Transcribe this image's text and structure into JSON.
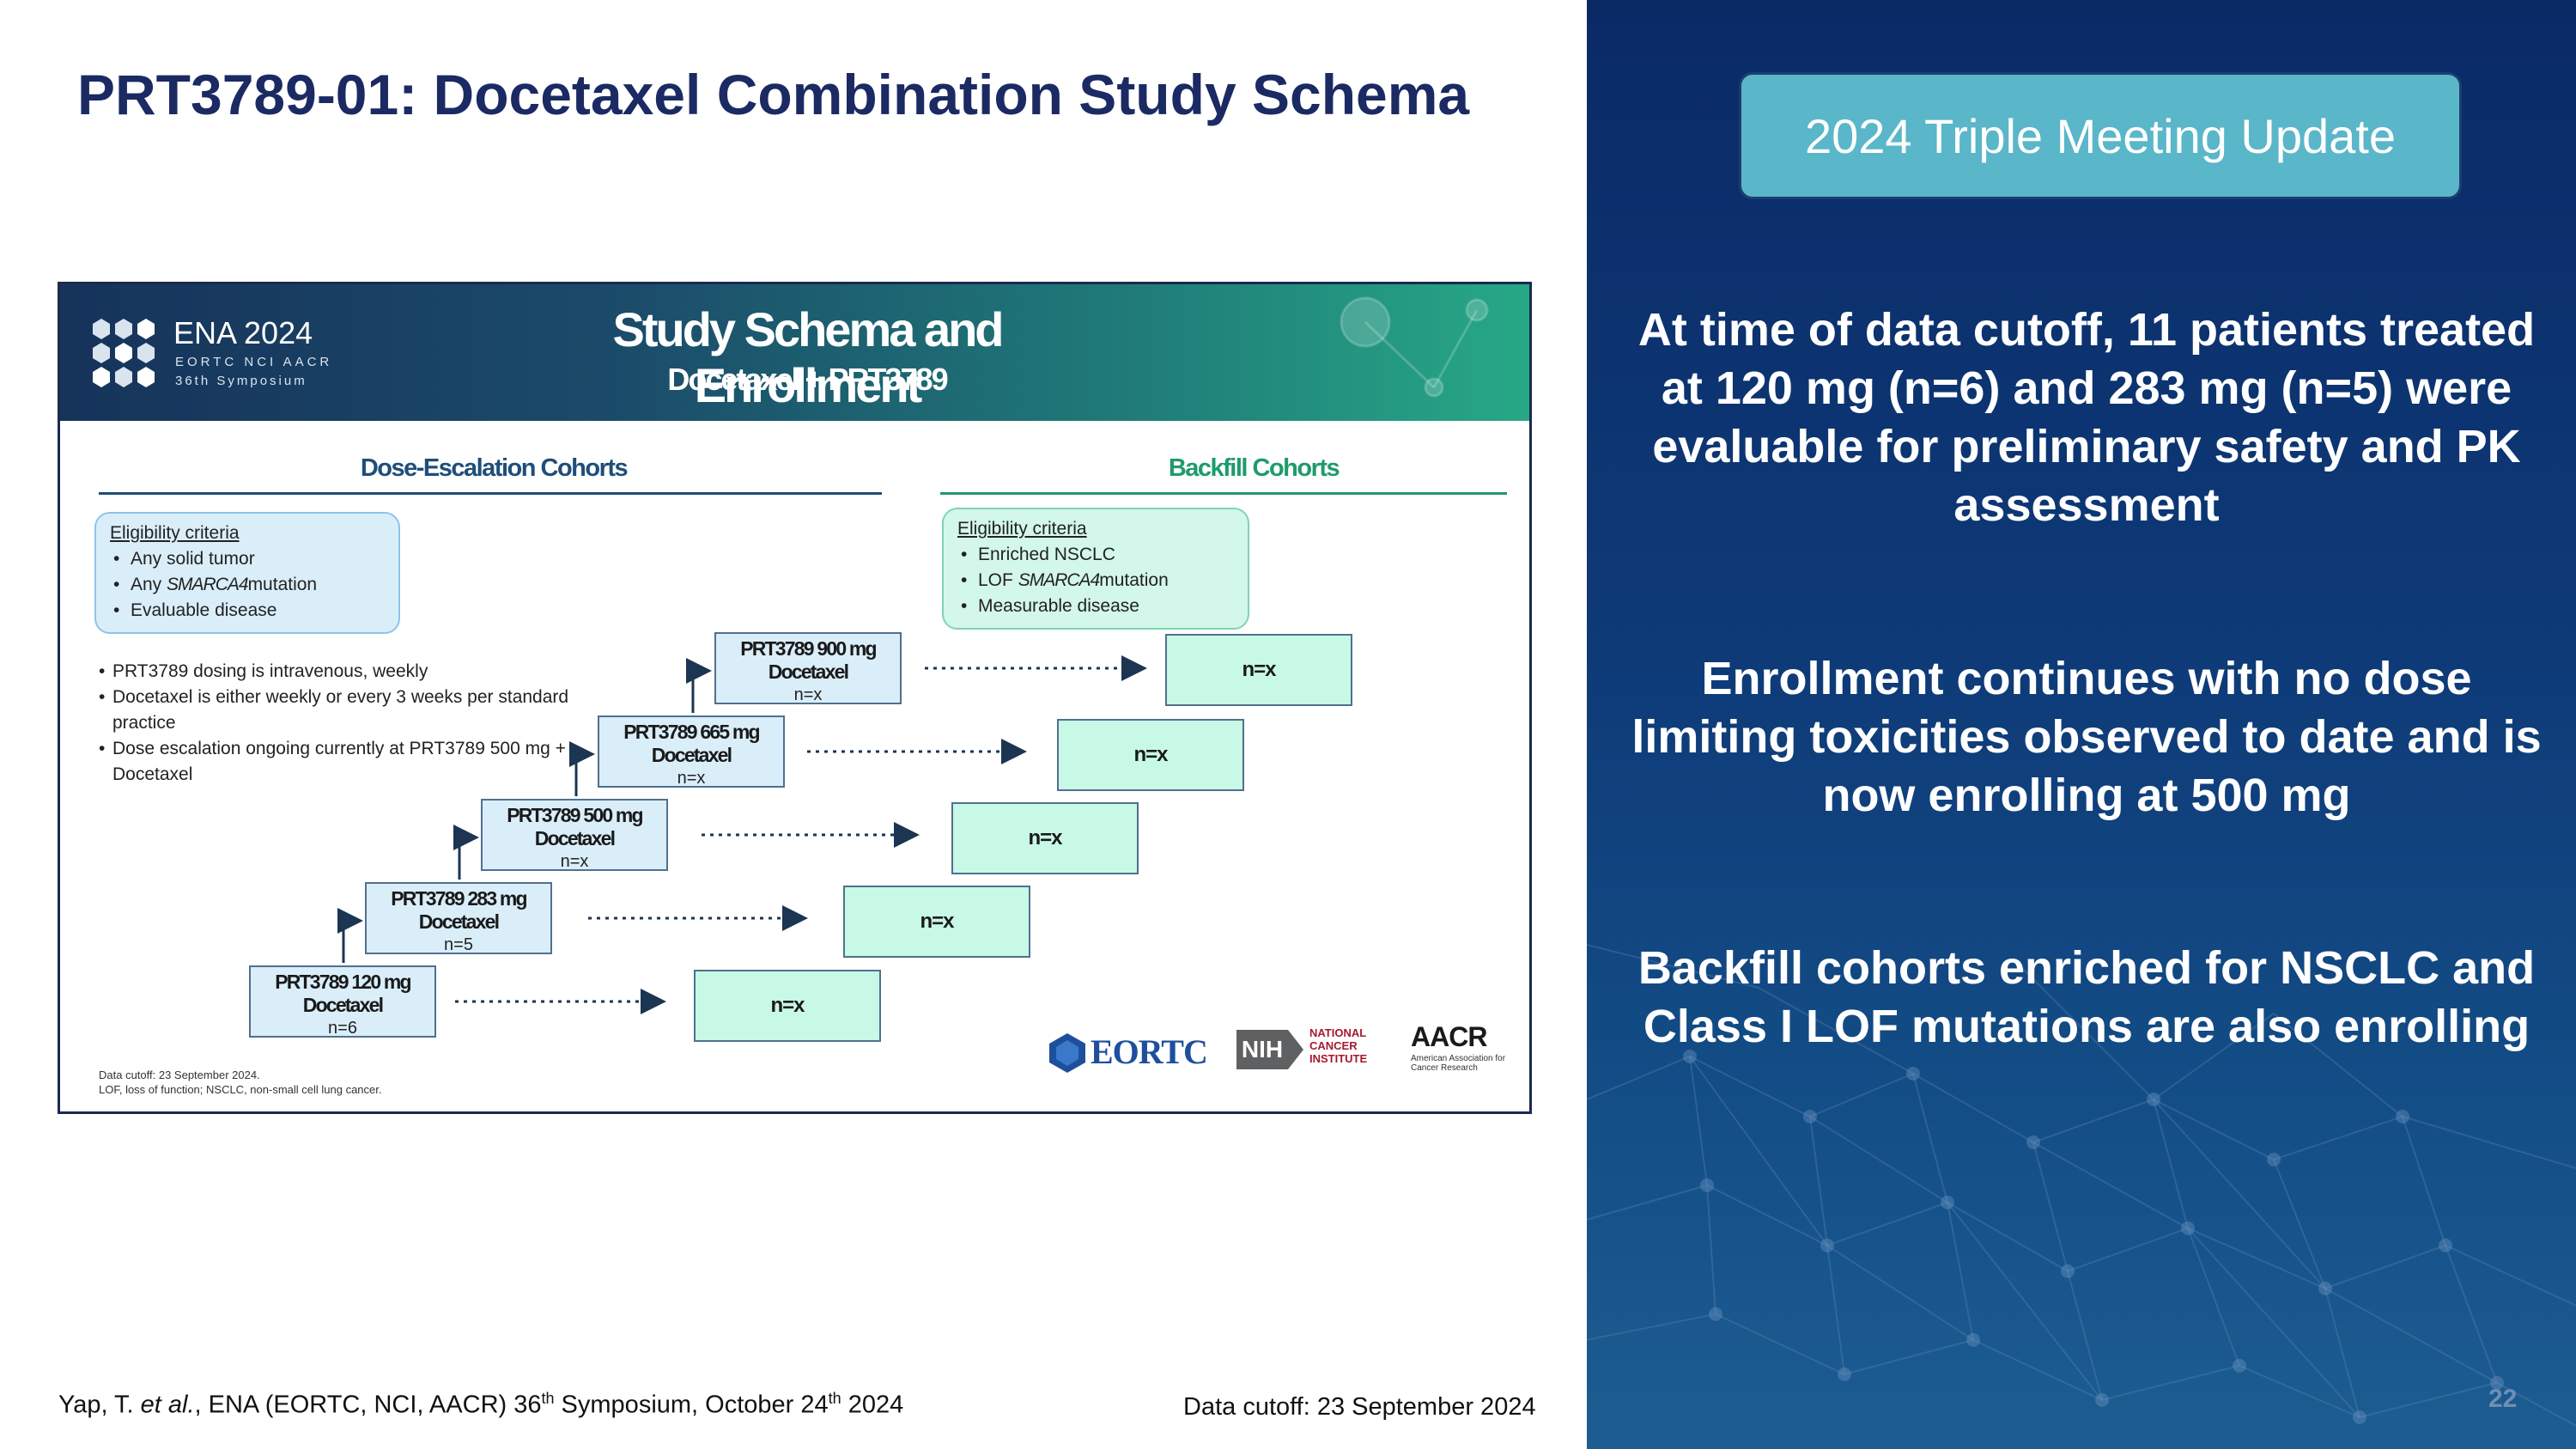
{
  "slide": {
    "title": "PRT3789-01: Docetaxel Combination Study Schema",
    "page_number": "22"
  },
  "right_panel": {
    "badge": "2024 Triple Meeting Update",
    "paragraphs": [
      "At time of data cutoff, 11 patients treated at 120 mg (n=6) and 283 mg (n=5) were evaluable for preliminary safety and PK assessment",
      "Enrollment continues with no dose limiting toxicities observed to date and is now enrolling at 500 mg",
      "Backfill cohorts enriched for NSCLC and Class I LOF mutations are also enrolling"
    ]
  },
  "schema": {
    "logo": {
      "name": "ENA 2024",
      "orgs": "EORTC  NCI  AACR",
      "symposium": "36th Symposium"
    },
    "title": "Study Schema and Enrollment",
    "subtitle": "Docetaxel + PRT3789",
    "dose_heading": "Dose-Escalation Cohorts",
    "backfill_heading": "Backfill Cohorts",
    "dose_eligibility": {
      "title": "Eligibility criteria",
      "items": [
        "Any solid tumor",
        "Any",
        "SMARCA4",
        "mutation",
        "Evaluable disease"
      ]
    },
    "backfill_eligibility": {
      "title": "Eligibility criteria",
      "items": [
        "Enriched NSCLC",
        "LOF",
        "SMARCA4",
        "mutation",
        "Measurable disease"
      ]
    },
    "notes": [
      "PRT3789 dosing is intravenous, weekly",
      "Docetaxel is either weekly or every 3 weeks per standard practice",
      "Dose escalation ongoing currently at PRT3789 500 mg + Docetaxel"
    ],
    "cohorts": [
      {
        "dose": "PRT3789 120 mg",
        "drug": "Docetaxel",
        "n": "n=6",
        "backfill": "n=x"
      },
      {
        "dose": "PRT3789 283 mg",
        "drug": "Docetaxel",
        "n": "n=5",
        "backfill": "n=x"
      },
      {
        "dose": "PRT3789 500 mg",
        "drug": "Docetaxel",
        "n": "n=x",
        "backfill": "n=x"
      },
      {
        "dose": "PRT3789 665 mg",
        "drug": "Docetaxel",
        "n": "n=x",
        "backfill": "n=x"
      },
      {
        "dose": "PRT3789 900 mg",
        "drug": "Docetaxel",
        "n": "n=x",
        "backfill": "n=x"
      }
    ],
    "footnote_cutoff": "Data cutoff: 23 September 2024.",
    "footnote_abbr": "LOF, loss of function; NSCLC, non-small cell lung cancer.",
    "logos": {
      "eortc": "EORTC",
      "nih": "NIH",
      "nci": "NATIONAL CANCER INSTITUTE",
      "aacr": "AACR",
      "aacr_sub": "American Association for Cancer Research"
    }
  },
  "footer": {
    "citation_author": "Yap, T. ",
    "citation_etal": "et al.",
    "citation_text1": ", ENA (EORTC, NCI, AACR) 36",
    "citation_sup1": "th",
    "citation_text2": " Symposium, October 24",
    "citation_sup2": "th",
    "citation_text3": " 2024",
    "data_cutoff": "Data cutoff: 23 September 2024"
  },
  "colors": {
    "title": "#1b2a63",
    "panel": "#0e3a78",
    "badge": "#5ab6c9",
    "dose_box": "#daeefa",
    "backfill_box": "#c8f8e6"
  }
}
